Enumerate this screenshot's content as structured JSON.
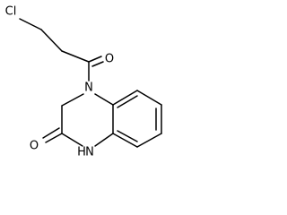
{
  "molecule": {
    "atom_labels": {
      "chlorine": "Cl",
      "ketone_oxygen": "O",
      "ring_nitrogen": "N",
      "lactam_oxygen": "O",
      "amide_nh": "H",
      "amide_n": "N"
    },
    "colors": {
      "bond": "#000000",
      "label": "#000000",
      "background": "#ffffff"
    }
  }
}
